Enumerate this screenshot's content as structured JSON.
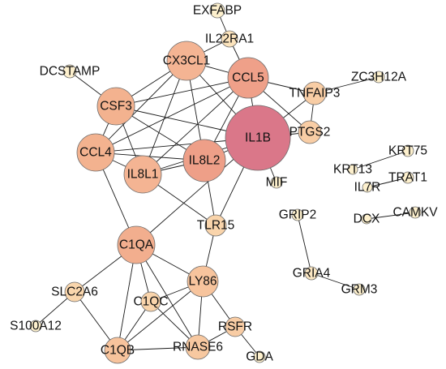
{
  "diagram": {
    "type": "network",
    "nodes": [
      {
        "id": "IL1B",
        "label": "IL1B",
        "color": "#DA7789"
      },
      {
        "id": "CCL5",
        "label": "CCL5",
        "color": "#EFA089"
      },
      {
        "id": "IL8L2",
        "label": "IL8L2",
        "color": "#EE9F88"
      },
      {
        "id": "CX3CL1",
        "label": "CX3CL1",
        "color": "#F4B493"
      },
      {
        "id": "CSF3",
        "label": "CSF3",
        "color": "#F3B28F"
      },
      {
        "id": "CCL4",
        "label": "CCL4",
        "color": "#F3B28F"
      },
      {
        "id": "IL8L1",
        "label": "IL8L1",
        "color": "#F4B493"
      },
      {
        "id": "C1QA",
        "label": "C1QA",
        "color": "#F2AE8E"
      },
      {
        "id": "LY86",
        "label": "LY86",
        "color": "#F7C49D"
      },
      {
        "id": "C1QB",
        "label": "C1QB",
        "color": "#F7C39C"
      },
      {
        "id": "RNASE6",
        "label": "RNASE6",
        "color": "#F7C8A0"
      },
      {
        "id": "SLC2A6",
        "label": "SLC2A6",
        "color": "#F9D6AD"
      },
      {
        "id": "C1QC",
        "label": "C1QC",
        "color": "#F9D4AB"
      },
      {
        "id": "RSFR",
        "label": "RSFR",
        "color": "#F8CCA4"
      },
      {
        "id": "TLR15",
        "label": "TLR15",
        "color": "#F9D4AB"
      },
      {
        "id": "TNFAIP3",
        "label": "TNFAIP3",
        "color": "#F8CDA5"
      },
      {
        "id": "PTGS2",
        "label": "PTGS2",
        "color": "#F8CDA5"
      },
      {
        "id": "IL22RA1",
        "label": "IL22RA1",
        "color": "#FBE3BC"
      },
      {
        "id": "EXFABP",
        "label": "EXFABP",
        "color": "#FDF0CD"
      },
      {
        "id": "DCSTAMP",
        "label": "DCSTAMP",
        "color": "#FDF0CD"
      },
      {
        "id": "ZC3H12A",
        "label": "ZC3H12A",
        "color": "#FDF0CD"
      },
      {
        "id": "MIF",
        "label": "MIF",
        "color": "#FDF0CD"
      },
      {
        "id": "GRIP2",
        "label": "GRIP2",
        "color": "#FDF0CD"
      },
      {
        "id": "GRIA4",
        "label": "GRIA4",
        "color": "#FBE7C3"
      },
      {
        "id": "GRM3",
        "label": "GRM3",
        "color": "#FDF0CD"
      },
      {
        "id": "S100A12",
        "label": "S100A12",
        "color": "#FDF0CD"
      },
      {
        "id": "GDA",
        "label": "GDA",
        "color": "#FDF0CD"
      },
      {
        "id": "KRT75",
        "label": "KRT75",
        "color": "#FDF0CD"
      },
      {
        "id": "KRT13",
        "label": "KRT13",
        "color": "#FDF0CD"
      },
      {
        "id": "IL7R",
        "label": "IL7R",
        "color": "#FDF0CD"
      },
      {
        "id": "TRAT1",
        "label": "TRAT1",
        "color": "#FDF0CD"
      },
      {
        "id": "DCX",
        "label": "DCX",
        "color": "#FDF0CD"
      },
      {
        "id": "CAMKV",
        "label": "CAMKV",
        "color": "#FDF0CD"
      }
    ],
    "edges": [
      [
        "IL22RA1",
        "EXFABP"
      ],
      [
        "CX3CL1",
        "IL22RA1"
      ],
      [
        "CCL5",
        "IL22RA1"
      ],
      [
        "CX3CL1",
        "CCL5"
      ],
      [
        "CX3CL1",
        "CSF3"
      ],
      [
        "CX3CL1",
        "CCL4"
      ],
      [
        "CX3CL1",
        "IL8L1"
      ],
      [
        "CX3CL1",
        "IL8L2"
      ],
      [
        "CX3CL1",
        "IL1B"
      ],
      [
        "CCL5",
        "CSF3"
      ],
      [
        "CCL5",
        "CCL4"
      ],
      [
        "CCL5",
        "IL8L1"
      ],
      [
        "CCL5",
        "IL8L2"
      ],
      [
        "CCL5",
        "IL1B"
      ],
      [
        "CCL5",
        "TNFAIP3"
      ],
      [
        "CCL5",
        "PTGS2"
      ],
      [
        "CSF3",
        "CCL4"
      ],
      [
        "CSF3",
        "IL8L1"
      ],
      [
        "CSF3",
        "IL8L2"
      ],
      [
        "CSF3",
        "IL1B"
      ],
      [
        "CSF3",
        "DCSTAMP"
      ],
      [
        "CCL4",
        "IL8L1"
      ],
      [
        "CCL4",
        "IL8L2"
      ],
      [
        "CCL4",
        "IL1B"
      ],
      [
        "CCL4",
        "C1QA"
      ],
      [
        "IL8L1",
        "IL8L2"
      ],
      [
        "IL8L1",
        "IL1B"
      ],
      [
        "IL8L1",
        "TLR15"
      ],
      [
        "IL8L2",
        "IL1B"
      ],
      [
        "IL8L2",
        "TLR15"
      ],
      [
        "IL1B",
        "TNFAIP3"
      ],
      [
        "IL1B",
        "PTGS2"
      ],
      [
        "IL1B",
        "MIF"
      ],
      [
        "IL1B",
        "C1QA"
      ],
      [
        "IL1B",
        "TLR15"
      ],
      [
        "TNFAIP3",
        "PTGS2"
      ],
      [
        "TNFAIP3",
        "ZC3H12A"
      ],
      [
        "C1QA",
        "LY86"
      ],
      [
        "C1QA",
        "SLC2A6"
      ],
      [
        "C1QA",
        "C1QB"
      ],
      [
        "C1QA",
        "C1QC"
      ],
      [
        "C1QA",
        "RNASE6"
      ],
      [
        "LY86",
        "TLR15"
      ],
      [
        "LY86",
        "C1QB"
      ],
      [
        "LY86",
        "C1QC"
      ],
      [
        "LY86",
        "RNASE6"
      ],
      [
        "LY86",
        "RSFR"
      ],
      [
        "SLC2A6",
        "S100A12"
      ],
      [
        "SLC2A6",
        "C1QB"
      ],
      [
        "C1QB",
        "C1QC"
      ],
      [
        "C1QB",
        "RNASE6"
      ],
      [
        "RNASE6",
        "RSFR"
      ],
      [
        "C1QC",
        "RNASE6"
      ],
      [
        "RSFR",
        "GDA"
      ],
      [
        "GRIP2",
        "GRIA4"
      ],
      [
        "GRIA4",
        "GRM3"
      ],
      [
        "KRT75",
        "KRT13"
      ],
      [
        "IL7R",
        "TRAT1"
      ],
      [
        "DCX",
        "CAMKV"
      ]
    ]
  }
}
